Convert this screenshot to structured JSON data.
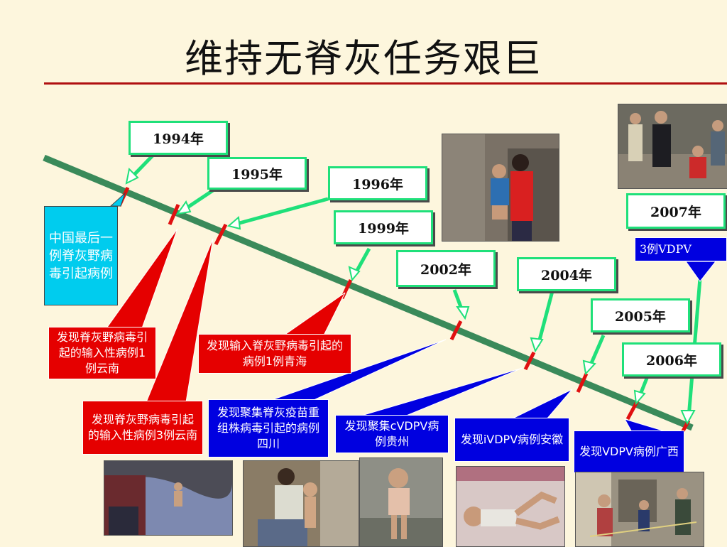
{
  "slide": {
    "title": "维持无脊灰任务艰巨"
  },
  "years": {
    "y1994": "1994年",
    "y1995": "1995年",
    "y1996": "1996年",
    "y1999": "1999年",
    "y2002": "2002年",
    "y2004": "2004年",
    "y2005": "2005年",
    "y2006": "2006年",
    "y2007": "2007年"
  },
  "callouts": {
    "last_wild_case": "中国最后一例脊灰野病毒引起病例",
    "import_1_yunnan": "发现脊灰野病毒引起的输入性病例1例云南",
    "import_3_yunnan": "发现脊灰野病毒引起的输入性病例3例云南",
    "import_qinghai": "发现输入脊灰野病毒引起的病例1例青海",
    "cluster_sichuan": "发现聚集脊灰疫苗重组株病毒引起的病例四川",
    "cluster_guizhou": "发现聚集cVDPV病例贵州",
    "ivdpv_anhui": "发现iVDPV病例安徽",
    "vdpv_guangxi": "发现VDPV病例广西",
    "vdpv_2007": "3例VDPV"
  },
  "colors": {
    "timeline": "#3a8a5a",
    "year_border": "#1fe07a",
    "red_callout": "#e50000",
    "blue_callout": "#0000e0",
    "cyan_callout": "#00ccee",
    "title_rule": "#b01010"
  }
}
